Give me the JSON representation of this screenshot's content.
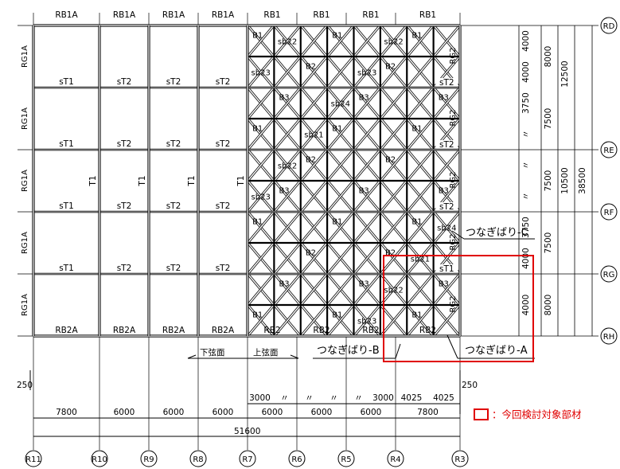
{
  "columns": [
    "R11",
    "R10",
    "R9",
    "R8",
    "R7",
    "R6",
    "R5",
    "R4",
    "R3"
  ],
  "rows": [
    "RD",
    "RE",
    "RF",
    "RG",
    "RH"
  ],
  "top_beams": [
    "RB1A",
    "RB1A",
    "RB1A",
    "RB1A",
    "RB1",
    "RB1",
    "RB1",
    "RB1"
  ],
  "bottom_beams": [
    "RB2A",
    "RB2A",
    "RB2A",
    "RB2A",
    "RB2",
    "RB2",
    "RB2",
    "RB2"
  ],
  "left_girders": [
    "RG1A",
    "RG1A",
    "RG1A",
    "RG1A",
    "RG1A"
  ],
  "right_girders": [
    "RG2",
    "RG2",
    "RG2",
    "RG2",
    "RG2"
  ],
  "tie_rows": [
    [
      "sT1",
      "sT2",
      "sT2",
      "sT2"
    ],
    [
      "sT1",
      "sT2",
      "sT2",
      "sT2"
    ],
    [
      "sT1",
      "sT2",
      "sT2",
      "sT2"
    ],
    [
      "sT1",
      "sT2",
      "sT2",
      "sT2"
    ]
  ],
  "truss_right_labels": [
    "sT2",
    "sT2",
    "sT2",
    "sT1"
  ],
  "column_truss_label": "T1",
  "brace_labels": [
    "B1",
    "B2",
    "B3"
  ],
  "sub_beam_labels": [
    "sb21",
    "sb22",
    "sb23",
    "sb24"
  ],
  "callouts": {
    "lower_chord": "下弦面",
    "upper_chord": "上弦面",
    "tie_a": "つなぎばり-A",
    "tie_b": "つなぎばり-B",
    "tie_c": "つなぎばり-C"
  },
  "legend": {
    "text": "：今回検討対象部材",
    "color": "#e00000"
  },
  "horizontal_dims": {
    "spans": [
      "7800",
      "6000",
      "6000",
      "6000",
      "6000",
      "6000",
      "6000",
      "7800"
    ],
    "total": "51600",
    "edge": "250",
    "sub": [
      "3000",
      "〃",
      "〃",
      "〃",
      "〃",
      "3000",
      "4025",
      "4025"
    ]
  },
  "vertical_dims": {
    "fine": [
      "4000",
      "4000",
      "3750",
      "〃",
      "〃",
      "〃",
      "3750",
      "4000",
      "4000"
    ],
    "mid": [
      "8000",
      "7500",
      "7500",
      "7500",
      "8000"
    ],
    "group": [
      "12500",
      "10500"
    ],
    "total": "38500"
  }
}
